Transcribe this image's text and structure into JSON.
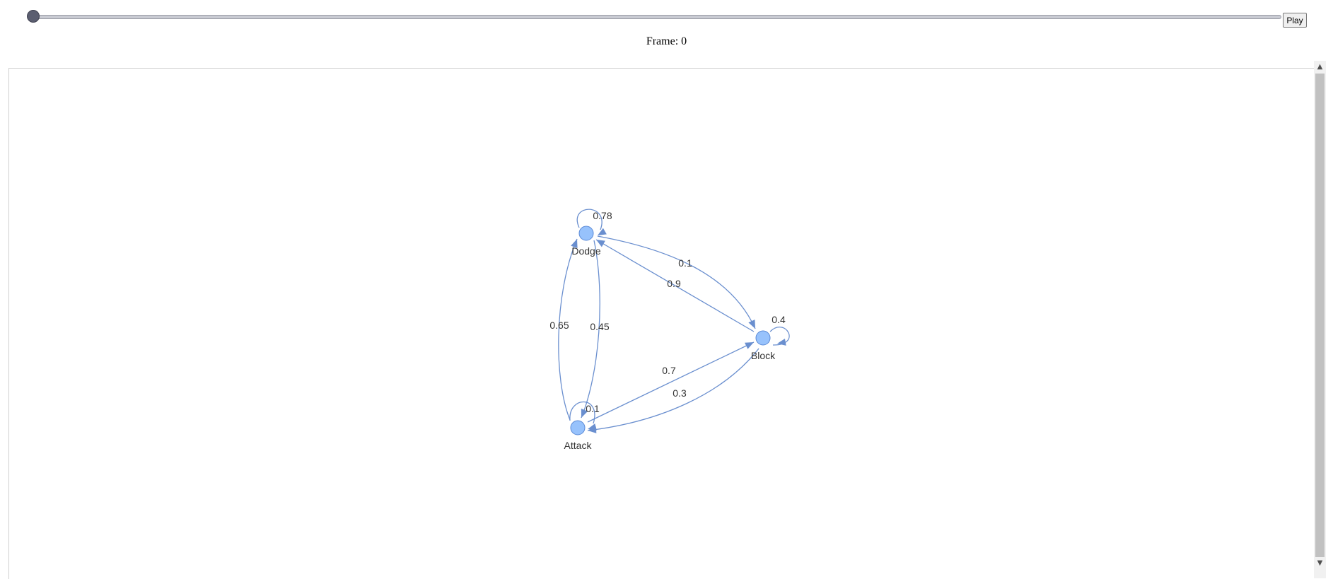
{
  "player": {
    "play_label": "Play",
    "frame_prefix": "Frame: ",
    "frame": 0,
    "frame_progress": 0
  },
  "graph": {
    "nodes": [
      {
        "id": "dodge",
        "label": "Dodge"
      },
      {
        "id": "block",
        "label": "Block"
      },
      {
        "id": "attack",
        "label": "Attack"
      }
    ],
    "edges": [
      {
        "from": "dodge",
        "to": "dodge",
        "label": "0.78"
      },
      {
        "from": "dodge",
        "to": "block",
        "label": "0.1"
      },
      {
        "from": "block",
        "to": "dodge",
        "label": "0.9"
      },
      {
        "from": "attack",
        "to": "dodge",
        "label": "0.65"
      },
      {
        "from": "dodge",
        "to": "attack",
        "label": "0.45"
      },
      {
        "from": "block",
        "to": "block",
        "label": "0.4"
      },
      {
        "from": "attack",
        "to": "block",
        "label": "0.7"
      },
      {
        "from": "block",
        "to": "attack",
        "label": "0.3"
      },
      {
        "from": "attack",
        "to": "attack",
        "label": "0.1"
      }
    ],
    "colors": {
      "node_fill": "#97c2fc",
      "node_stroke": "#5b8ad6",
      "edge": "#6a8fcf"
    }
  }
}
